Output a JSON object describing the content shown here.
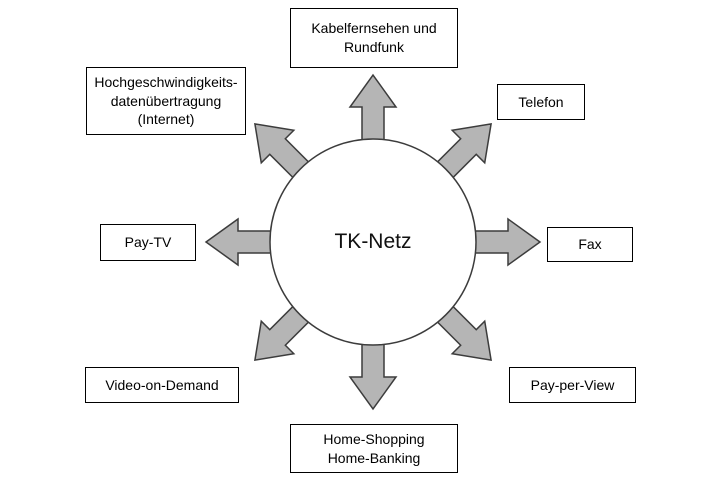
{
  "diagram": {
    "hub": {
      "label": "TK-Netz"
    },
    "arrow_color": "#b5b5b5",
    "arrow_outline": "#3c3c3c",
    "nodes": [
      {
        "id": "kabelfernsehen",
        "position": "top",
        "label": "Kabelfernsehen und\nRundfunk"
      },
      {
        "id": "internet",
        "position": "top-left",
        "label": "Hochgeschwindigkeits-\ndatenübertragung\n(Internet)"
      },
      {
        "id": "telefon",
        "position": "top-right",
        "label": "Telefon"
      },
      {
        "id": "pay-tv",
        "position": "left",
        "label": "Pay-TV"
      },
      {
        "id": "fax",
        "position": "right",
        "label": "Fax"
      },
      {
        "id": "video-on-demand",
        "position": "bottom-left",
        "label": "Video-on-Demand"
      },
      {
        "id": "pay-per-view",
        "position": "bottom-right",
        "label": "Pay-per-View"
      },
      {
        "id": "home-shopping",
        "position": "bottom",
        "label": "Home-Shopping\nHome-Banking"
      }
    ],
    "arrows": [
      "north",
      "north-east",
      "east",
      "south-east",
      "south",
      "south-west",
      "west",
      "north-west"
    ]
  }
}
